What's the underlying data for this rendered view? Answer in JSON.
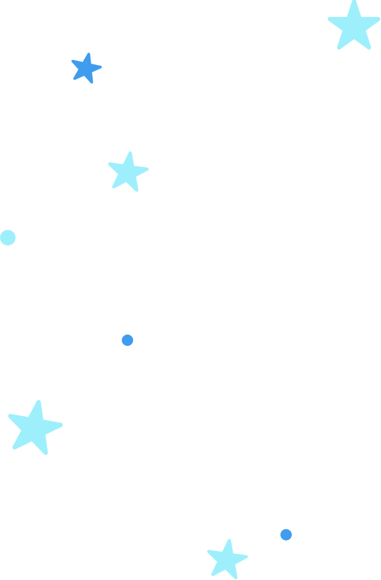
{
  "scene": {
    "background": "#ffffff",
    "colors": {
      "light_blue": "#9EEFFC",
      "blue": "#3F9CEE"
    },
    "decorations": [
      {
        "kind": "star",
        "color": "light_blue",
        "icon": "star-icon"
      },
      {
        "kind": "star",
        "color": "blue",
        "icon": "star-icon"
      },
      {
        "kind": "star",
        "color": "light_blue",
        "icon": "star-icon"
      },
      {
        "kind": "dot",
        "color": "light_blue",
        "icon": "dot-icon"
      },
      {
        "kind": "dot",
        "color": "blue",
        "icon": "dot-icon"
      },
      {
        "kind": "star",
        "color": "light_blue",
        "icon": "star-icon"
      },
      {
        "kind": "dot",
        "color": "blue",
        "icon": "dot-icon"
      },
      {
        "kind": "star",
        "color": "light_blue",
        "icon": "star-icon"
      }
    ]
  }
}
